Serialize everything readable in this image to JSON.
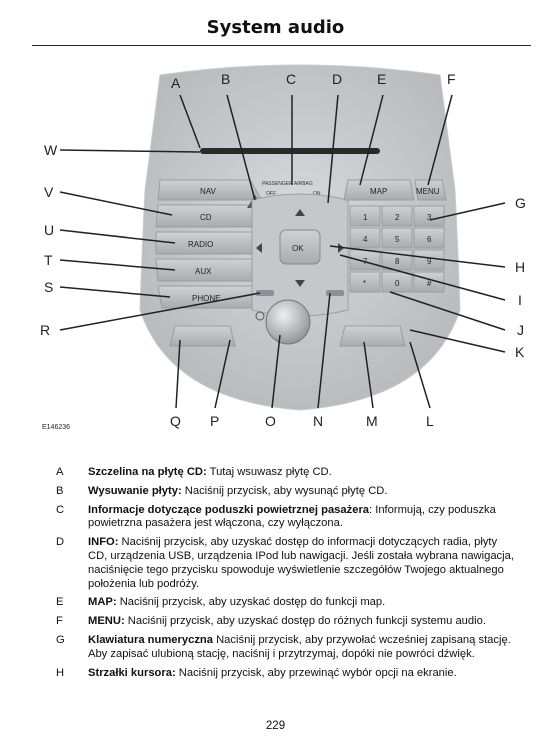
{
  "page": {
    "title": "System audio",
    "page_number": "229",
    "figure_id": "E146236"
  },
  "figure": {
    "callouts": [
      "A",
      "B",
      "C",
      "D",
      "E",
      "F",
      "G",
      "H",
      "I",
      "J",
      "K",
      "L",
      "M",
      "N",
      "O",
      "P",
      "Q",
      "R",
      "S",
      "T",
      "U",
      "V",
      "W"
    ],
    "buttons": {
      "nav": "NAV",
      "cd": "CD",
      "radio": "RADIO",
      "aux": "AUX",
      "phone": "PHONE",
      "map": "MAP",
      "menu": "MENU",
      "ok": "OK",
      "airbag_header": "PASSENGER AIRBAG",
      "airbag_off": "OFF",
      "airbag_on": "ON"
    },
    "keypad": [
      "1",
      "2",
      "3",
      "4",
      "5",
      "6",
      "7",
      "8",
      "9",
      "*",
      "0",
      "#"
    ]
  },
  "items": [
    {
      "letter": "A",
      "term": "Szczelina na płytę CD:",
      "desc": " Tutaj wsuwasz płytę CD."
    },
    {
      "letter": "B",
      "term": "Wysuwanie płyty:",
      "desc": " Naciśnij przycisk, aby wysunąć płytę CD."
    },
    {
      "letter": "C",
      "term": "Informacje dotyczące poduszki powietrznej pasażera",
      "desc": ": Informują, czy poduszka powietrzna pasażera jest włączona, czy wyłączona."
    },
    {
      "letter": "D",
      "term": "INFO:",
      "desc": " Naciśnij przycisk, aby uzyskać dostęp do informacji dotyczących radia, płyty CD, urządzenia USB, urządzenia IPod lub nawigacji. Jeśli została wybrana nawigacja, naciśnięcie tego przycisku spowoduje wyświetlenie szczegółów Twojego aktualnego położenia lub podróży."
    },
    {
      "letter": "E",
      "term": "MAP:",
      "desc": " Naciśnij przycisk, aby uzyskać dostęp do funkcji map."
    },
    {
      "letter": "F",
      "term": "MENU:",
      "desc": " Naciśnij przycisk, aby uzyskać dostęp do różnych funkcji systemu audio."
    },
    {
      "letter": "G",
      "term": "Klawiatura numeryczna",
      "desc": " Naciśnij przycisk, aby przywołać wcześniej zapisaną stację. Aby zapisać ulubioną stację, naciśnij i przytrzymaj, dopóki nie powróci dźwięk."
    },
    {
      "letter": "H",
      "term": "Strzałki kursora:",
      "desc": " Naciśnij przycisk, aby przewinąć wybór opcji na ekranie."
    }
  ]
}
